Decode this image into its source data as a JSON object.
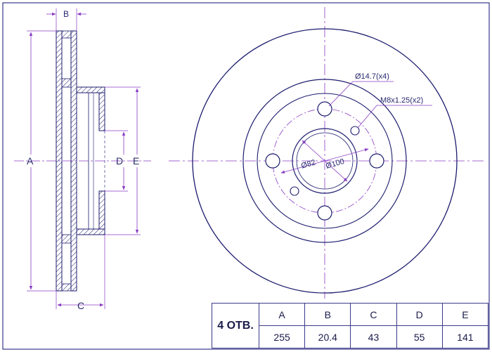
{
  "side_view": {
    "labels": {
      "a": "A",
      "b": "B",
      "c": "C",
      "d": "D",
      "e": "E"
    }
  },
  "front_view": {
    "callouts": {
      "stud_hole": "Ø14.7(x4)",
      "thread_hole": "M8x1.25(x2)",
      "center_bore": "Ø82",
      "bolt_circle": "Ø100"
    }
  },
  "spec_table": {
    "holes_label": "4 ОТВ.",
    "headers": [
      "A",
      "B",
      "C",
      "D",
      "E"
    ],
    "values": [
      "255",
      "20.4",
      "43",
      "55",
      "141"
    ]
  },
  "colors": {
    "outline": "#1c1c6e",
    "dimension": "#8a3cc4",
    "center_line": "#8a3cc4",
    "text": "#2a2a70"
  }
}
